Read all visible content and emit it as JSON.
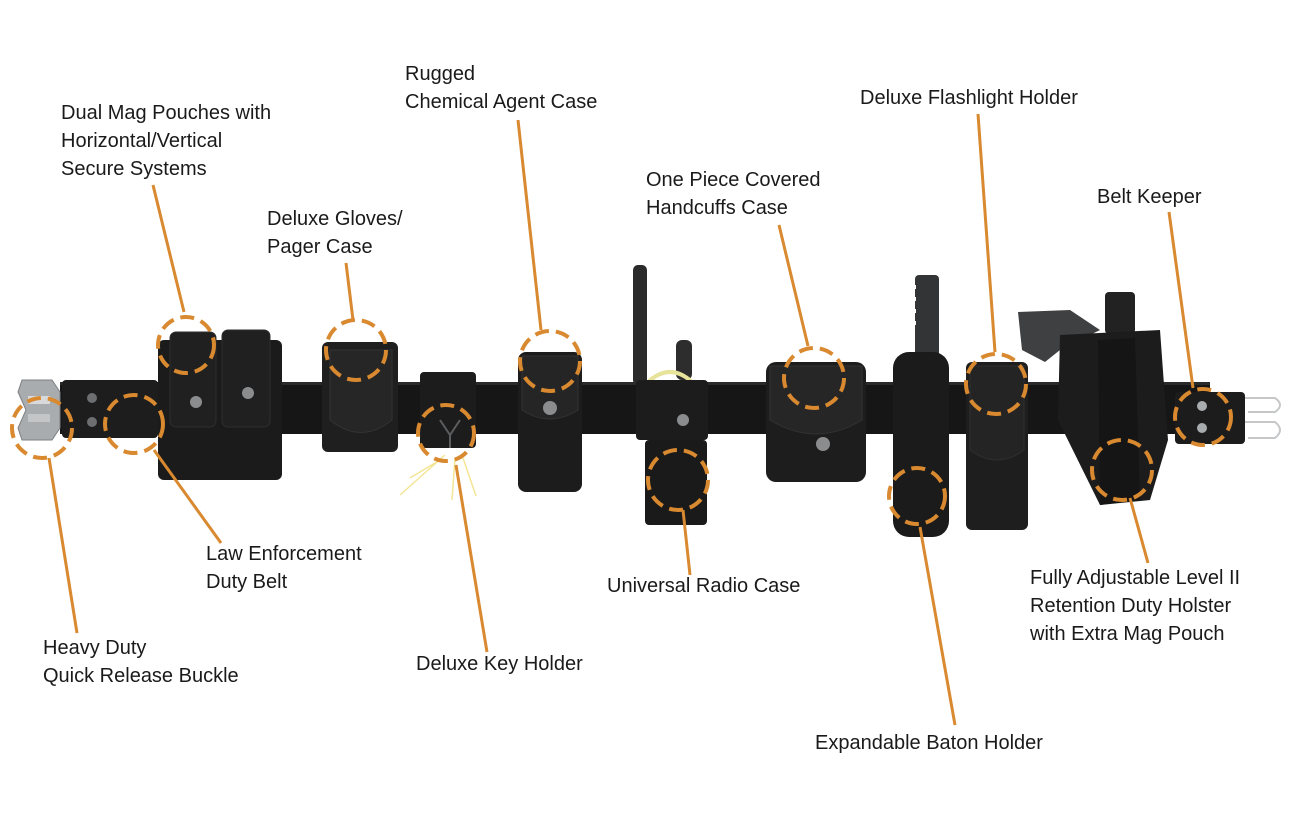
{
  "colors": {
    "callout": "#d9892f",
    "belt": "#161616",
    "pouch": "#1e1e1e",
    "metal": "#a9acae",
    "text": "#1a1a1a",
    "background": "#ffffff"
  },
  "callouts": [
    {
      "id": "dual-mag-pouches",
      "lines": [
        "Dual Mag Pouches with",
        "Horizontal/Vertical",
        "Secure Systems"
      ]
    },
    {
      "id": "chemical-agent-case",
      "lines": [
        "Rugged",
        "Chemical Agent Case"
      ]
    },
    {
      "id": "flashlight-holder",
      "lines": [
        "Deluxe Flashlight Holder"
      ]
    },
    {
      "id": "handcuffs-case",
      "lines": [
        "One Piece Covered",
        "Handcuffs Case"
      ]
    },
    {
      "id": "gloves-pager-case",
      "lines": [
        "Deluxe Gloves/",
        "Pager Case"
      ]
    },
    {
      "id": "belt-keeper",
      "lines": [
        "Belt Keeper"
      ]
    },
    {
      "id": "duty-belt",
      "lines": [
        "Law Enforcement",
        "Duty Belt"
      ]
    },
    {
      "id": "quick-release-buckle",
      "lines": [
        "Heavy Duty",
        "Quick Release Buckle"
      ]
    },
    {
      "id": "key-holder",
      "lines": [
        "Deluxe Key Holder"
      ]
    },
    {
      "id": "radio-case",
      "lines": [
        "Universal Radio Case"
      ]
    },
    {
      "id": "duty-holster",
      "lines": [
        "Fully Adjustable Level II",
        "Retention Duty Holster",
        "with Extra Mag Pouch"
      ]
    },
    {
      "id": "baton-holder",
      "lines": [
        "Expandable Baton Holder"
      ]
    }
  ]
}
